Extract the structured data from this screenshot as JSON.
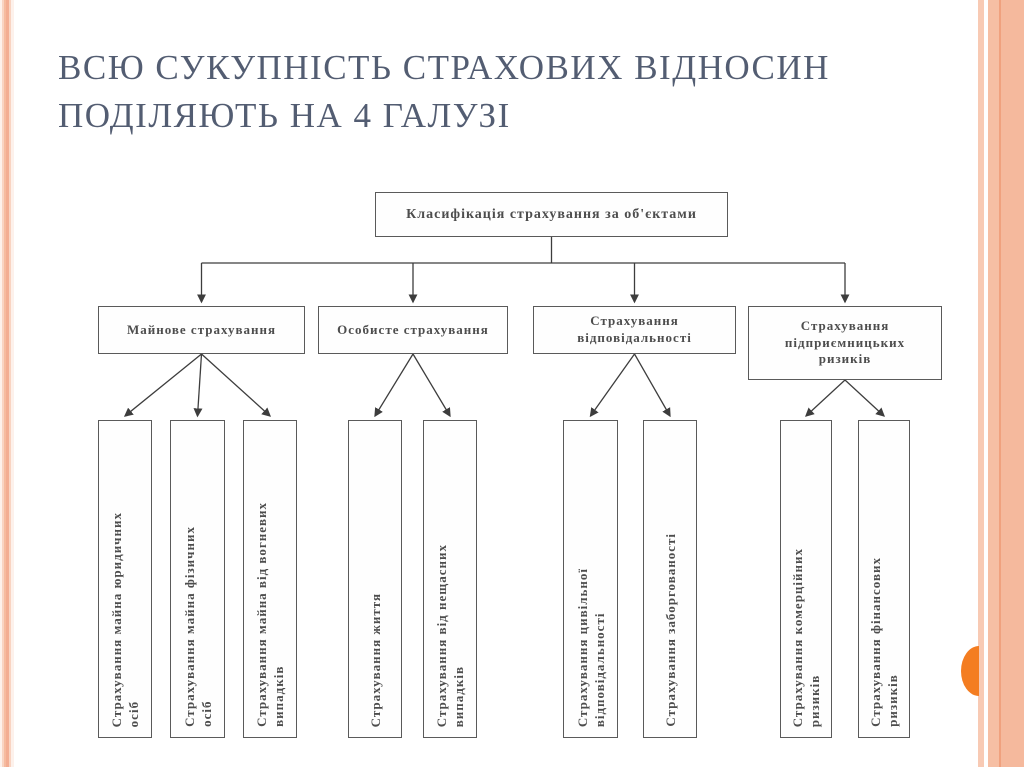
{
  "slide": {
    "title_line1": "ВСЮ СУКУПНІСТЬ СТРАХОВИХ ВІДНОСИН",
    "title_line2": "ПОДІЛЯЮТЬ НА 4 ГАЛУЗІ"
  },
  "diagram": {
    "root_label": "Класифікація страхування за об'єктами",
    "branches": [
      {
        "label": "Майнове страхування",
        "children": [
          "Страхування майна юридичних\nосіб",
          "Страхування майна фізичних\nосіб",
          "Страхування майна від вогневих\nвипадків"
        ]
      },
      {
        "label": "Особисте страхування",
        "children": [
          "Страхування життя",
          "Страхування від нещасних\nвипадків"
        ]
      },
      {
        "label": "Страхування\nвідповідальності",
        "children": [
          "Страхування цивільної\nвідповідальності",
          "Страхування заборгованості"
        ]
      },
      {
        "label": "Страхування\nпідприємницьких\nризиків",
        "children": [
          "Страхування комерційних\nризиків",
          "Страхування фінансових\nризиків"
        ]
      }
    ]
  },
  "colors": {
    "title_text": "#535d72",
    "diagram_ink": "#3d3d3d",
    "accent_salmon": "#f5b99d",
    "accent_orange": "#f47d21"
  }
}
